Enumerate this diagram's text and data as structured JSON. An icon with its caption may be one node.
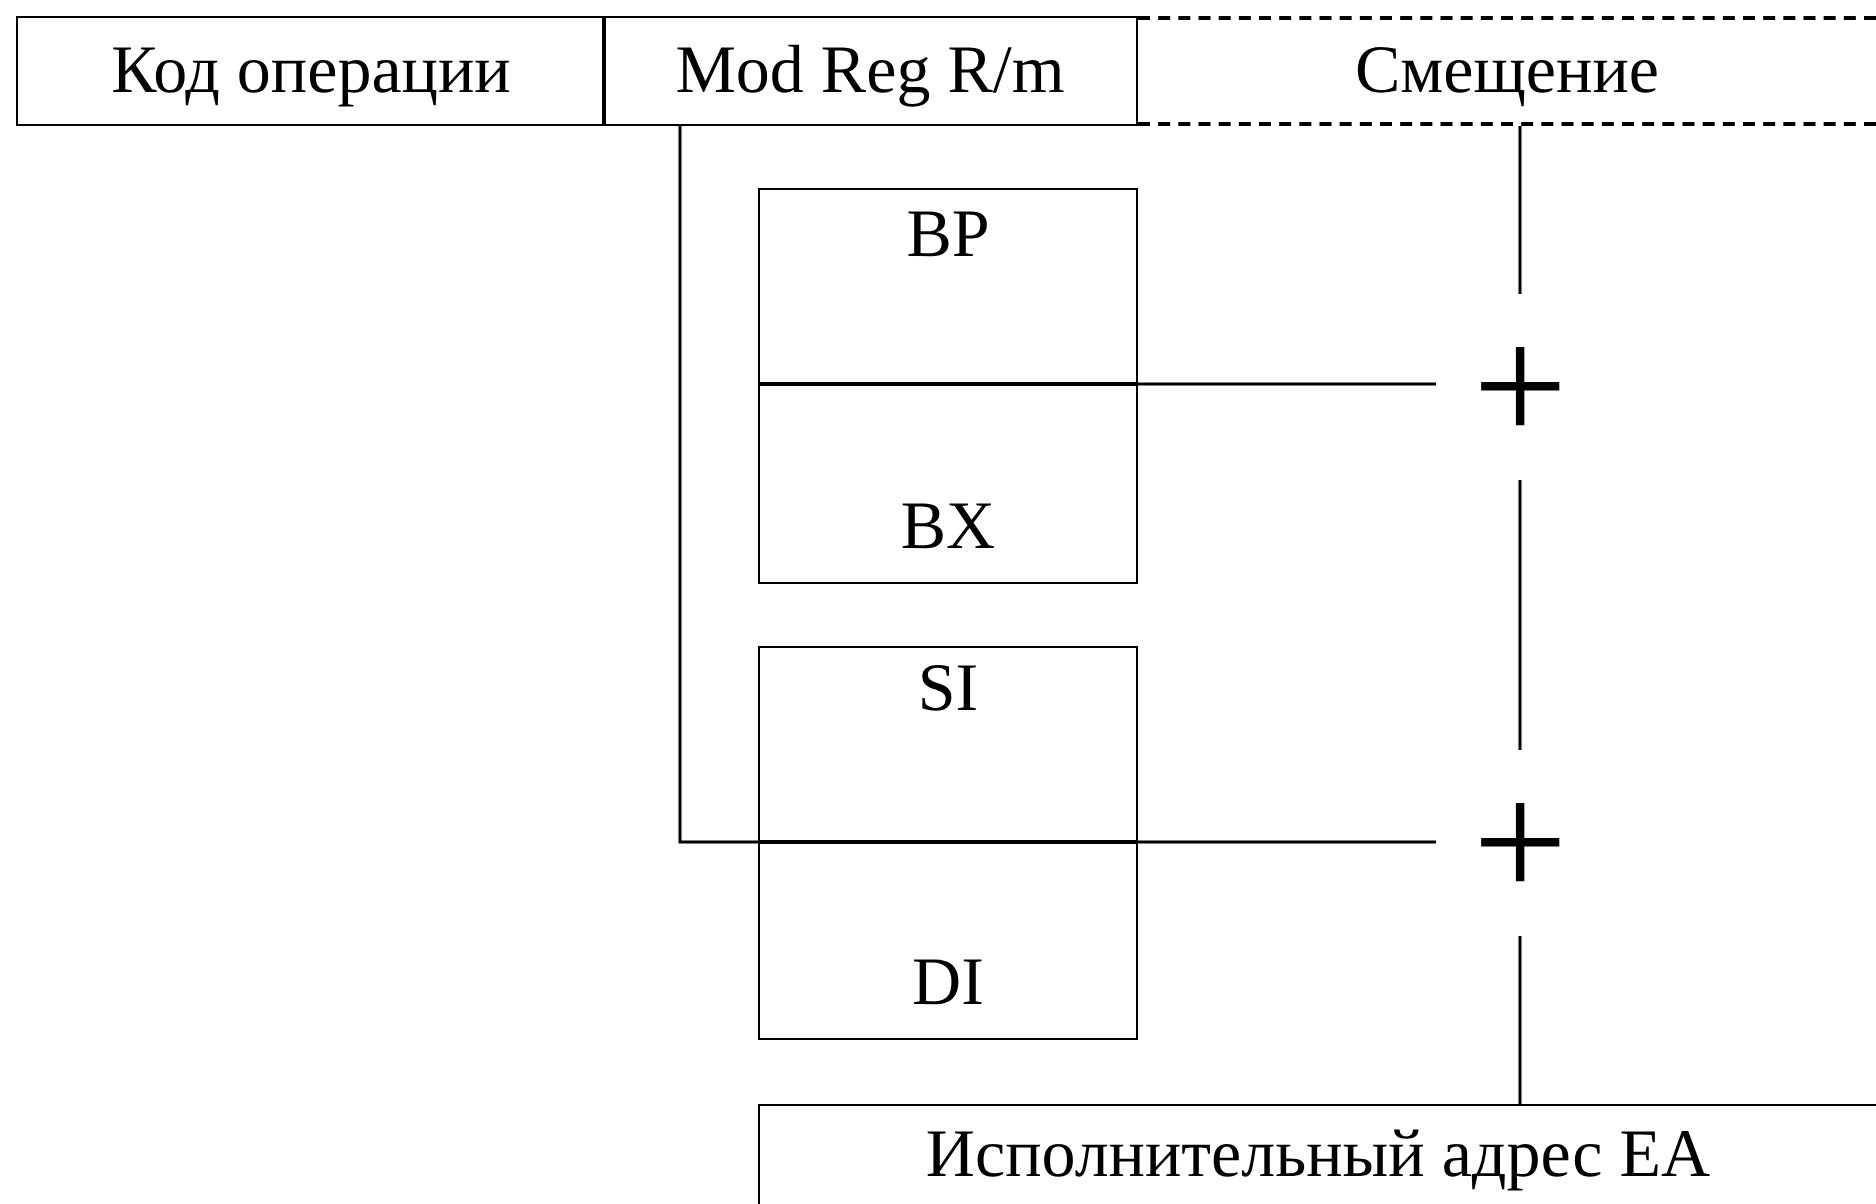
{
  "diagram": {
    "nodes": [
      {
        "text": [
          "Код операции"
        ]
      },
      {
        "text": [
          "Mod Reg R/m"
        ]
      },
      {
        "text": [
          "Смещение"
        ]
      },
      {
        "text": [
          "BP"
        ]
      },
      {
        "text": [
          "BX"
        ]
      },
      {
        "text": [
          "SI"
        ]
      },
      {
        "text": [
          "DI"
        ]
      },
      {
        "text": [
          "+"
        ]
      },
      {
        "text": [
          "+"
        ]
      },
      {
        "text": [
          "Исполнительный адрес EA"
        ]
      }
    ],
    "edges": [
      {
        "from": 1,
        "to": 8,
        "arrow": "none"
      },
      {
        "from": 3,
        "to": 7,
        "arrow": "none"
      },
      {
        "from": 2,
        "to": 7,
        "arrow": "none"
      },
      {
        "from": 7,
        "to": 8,
        "arrow": "none"
      },
      {
        "from": 8,
        "to": 9,
        "arrow": "none"
      }
    ]
  }
}
